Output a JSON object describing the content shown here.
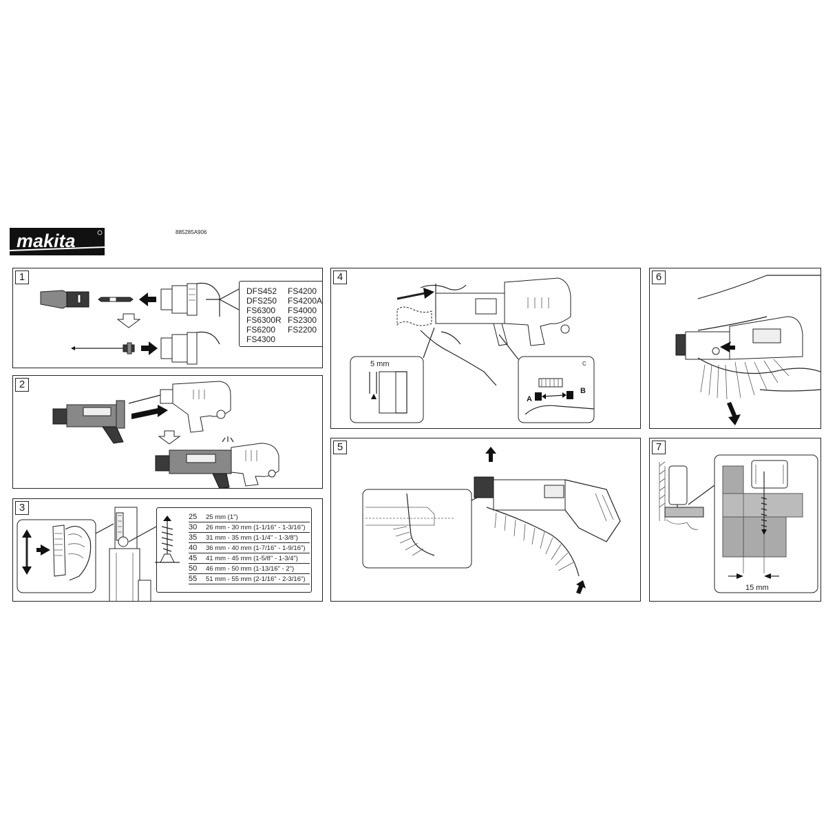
{
  "brand": {
    "logo_text": "makita",
    "doc_code": "885285A906"
  },
  "panels": {
    "p1": {
      "number": "1",
      "models_col1": [
        "DFS452",
        "DFS250",
        "FS6300",
        "FS6300R",
        "FS6200",
        "FS4300"
      ],
      "models_col2": [
        "FS4200",
        "FS4200A",
        "FS4000",
        "FS2300",
        "FS2200"
      ]
    },
    "p2": {
      "number": "2"
    },
    "p3": {
      "number": "3",
      "lengths": [
        {
          "key": "25",
          "range": "25 mm (1\")"
        },
        {
          "key": "30",
          "range": "26 mm - 30 mm (1-1/16\" - 1-3/16\")"
        },
        {
          "key": "35",
          "range": "31 mm - 35 mm (1-1/4\" - 1-3/8\")"
        },
        {
          "key": "40",
          "range": "36 mm - 40 mm (1-7/16\" - 1-9/16\")"
        },
        {
          "key": "45",
          "range": "41 mm - 45 mm (1-5/8\" - 1-3/4\")"
        },
        {
          "key": "50",
          "range": "46 mm - 50 mm (1-13/16\" - 2\")"
        },
        {
          "key": "55",
          "range": "51 mm - 55 mm (2-1/16\" - 2-3/16\")"
        }
      ]
    },
    "p4": {
      "number": "4",
      "depth_label": "5 mm",
      "label_a": "A",
      "label_b": "B",
      "label_c": "C"
    },
    "p5": {
      "number": "5"
    },
    "p6": {
      "number": "6"
    },
    "p7": {
      "number": "7",
      "distance_label": "15 mm"
    }
  }
}
